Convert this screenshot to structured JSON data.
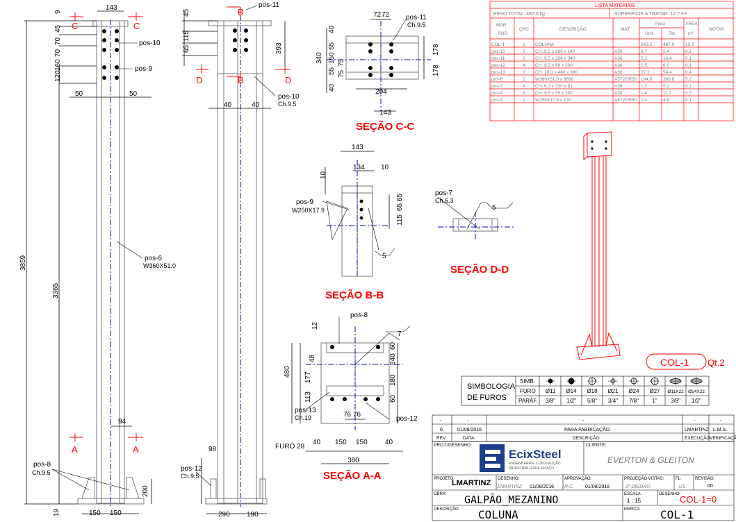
{
  "colors": {
    "accent_red": "#ff0000",
    "axis_blue": "#0000cc",
    "steel_gray": "#777777",
    "brand_blue": "#1f3d8a"
  },
  "elevation_left": {
    "dims_top": [
      "143",
      "9",
      "45",
      "70",
      "70",
      "160",
      "120"
    ],
    "total_height": "3859",
    "clear_height": "3365",
    "dim_19": "19",
    "dim_50_left": "50",
    "dim_50_right": "50",
    "dim_94": "94",
    "dim_200": "200",
    "base_150_left": "150",
    "base_150_right": "150",
    "section_c": "C",
    "section_a": "A",
    "pos10": "pos-10",
    "pos9": "pos-9",
    "pos6": "pos-6",
    "pos6_profile": "W360X51.0",
    "pos8": "pos-8",
    "pos8_plate": "Ch.9.5"
  },
  "elevation_right": {
    "dims_top": [
      "45",
      "115",
      "65"
    ],
    "dim_393": "393",
    "dim_40_left": "40",
    "dim_40_right": "40",
    "dim_98": "98",
    "base_290": "290",
    "base_190": "190",
    "section_b": "B",
    "section_d": "D",
    "pos11": "pos-11",
    "pos10": "pos-10",
    "pos10_plate": "Ch.9.5",
    "pos12": "pos-12",
    "pos12_plate": "Ch.9.5"
  },
  "section_cc": {
    "title": "SEÇÃO C-C",
    "dims": [
      "72",
      "72",
      "40",
      "55",
      "150",
      "55",
      "40",
      "340",
      "75",
      "75",
      "178",
      "178",
      "204",
      "143"
    ],
    "pos11": "pos-11",
    "pos11_plate": "Ch.9.5"
  },
  "section_bb": {
    "title": "SEÇÃO B-B",
    "dims": [
      "143",
      "134",
      "10",
      "10",
      "115",
      "65",
      "65"
    ],
    "pos9": "pos-9",
    "pos9_profile": "W250X17.9",
    "weld": "5"
  },
  "section_dd": {
    "title": "SEÇÃO D-D",
    "pos7": "pos-7",
    "pos7_plate": "Ch.6.3",
    "weld": "5"
  },
  "section_aa": {
    "title": "SEÇÃO A-A",
    "dims": [
      "12",
      "48",
      "480",
      "177",
      "113",
      "240",
      "60",
      "180",
      "60",
      "76",
      "76",
      "40",
      "150",
      "150",
      "40",
      "380"
    ],
    "furo": "FURO 28",
    "pos8": "pos-8",
    "pos13": "pos-13",
    "pos13_plate": "Ch.19",
    "pos12": "pos-12",
    "weld": "7"
  },
  "materials": {
    "title": "LISTA MATERIAIS",
    "peso_total": "PESO TOTAL: 487.0 kg",
    "superficie": "SUPERFICIE A TRATAR: 12.7 m²",
    "headers": {
      "mar": "MAR.",
      "pos": "POS.",
      "qtd": "QTD",
      "descricao": "DESCRIÇÃO",
      "mat": "MAT.",
      "peso": "Peso",
      "unit": "Unit.",
      "tot": "Tot.",
      "area": "AREA",
      "area_unit": "m²",
      "notas": "NOTAS"
    },
    "rows": [
      [
        "COL-1",
        "2",
        "COLUNA",
        "",
        "243.5",
        "487.0",
        "12.7"
      ],
      [
        "pos-10",
        "2",
        "CH. 9.5 x 860 x 140",
        "A36",
        "8.7",
        "5.4",
        "0.1"
      ],
      [
        "pos-11",
        "2",
        "CH. 9.5 x 204 x 340",
        "A36",
        "5.2",
        "10.4",
        "0.1"
      ],
      [
        "pos-12",
        "4",
        "CH. 9.5 x 98 x 200",
        "A36",
        "1.5",
        "6.0",
        "0.1"
      ],
      [
        "pos-13",
        "2",
        "CH. 19.0 x 480 x 380",
        "A36",
        "27.2",
        "54.4",
        "0.4"
      ],
      [
        "pos-6",
        "2",
        "W360X51.0 x 3830",
        "A572GR50",
        "194.8",
        "389.6",
        "5.2"
      ],
      [
        "pos-7",
        "4",
        "CH. 6.3 x 330 x 81",
        "A36",
        "1.3",
        "5.2",
        "0.1"
      ],
      [
        "pos-8",
        "8",
        "CH. 9.5 x 55 x 200",
        "A36",
        "1.4",
        "11.2",
        "0.2"
      ],
      [
        "pos-9",
        "2",
        "W250X17.9 x 130",
        "A572GR50",
        "2.4",
        "4.8",
        "0.1"
      ]
    ]
  },
  "iso_view": {
    "mark": "COL-1",
    "qty": "Qt.2"
  },
  "symbology": {
    "title_line1": "SIMBOLOGIA",
    "title_line2": "DE FUROS",
    "row_labels": [
      "SIMB.",
      "FURO",
      "PARAF."
    ],
    "furos": [
      "Ø11",
      "Ø14",
      "Ø18",
      "Ø21",
      "Ø24",
      "Ø27",
      "Ø11X22",
      "Ø14X22"
    ],
    "parafusos": [
      "3/8\"",
      "1/2\"",
      "5/8\"",
      "3/4\"",
      "7/8\"",
      "1\"",
      "3/8\"",
      "1/2\""
    ]
  },
  "revisions": {
    "row_dash": [
      "-",
      "-",
      "-",
      "-",
      "-"
    ],
    "row0": [
      "0",
      "01/08/2016",
      "PARA FABRICAÇÃO",
      "LMARTINZ",
      "L.M.S."
    ],
    "headers": [
      "REV.",
      "DATA",
      "DESCRIÇÃO",
      "EXECUÇÃO",
      "VERIFICAÇÃO"
    ]
  },
  "title_block": {
    "proj_label": "PROJ./DESENHO:",
    "cliente_label": "CLIENTE:",
    "logo_name": "EcixSteel",
    "logo_tagline1": "ENGENHARIA E CONSTRUÇÃO",
    "logo_tagline2": "INDUSTRIALIZADA EM AÇO",
    "cliente": "EVERTON & GLEITON",
    "projeto_label": "PROJETO",
    "projeto": "LMARTINZ",
    "desenho_label": "DESENHO:",
    "desenho_por": "LMARTINZ",
    "desenho_data": "01/08/2016",
    "aprovacao_label": "APROVAÇÃO:",
    "aprovacao_por": "R.C.",
    "aprovacao_data": "01/08/2016",
    "projecao_label": "PROJEÇÃO VISTAS:",
    "projecao": "1º DIEDRO",
    "fl_label": "FL:",
    "fl": "1/1",
    "revisao_label": "REVISÃO:",
    "revisao": "00",
    "obra_label": "OBRA:",
    "obra": "GALPÃO_MEZANINO",
    "escala_label": "ESCALA:",
    "escala": "1 : 15",
    "desenho2_label": "DESENHO:",
    "desenho2": "COL-1=0",
    "descricao_label": "DESCRIÇÃO:",
    "descricao": "COLUNA",
    "marca_label": "MARCA:",
    "marca": "COL-1"
  }
}
